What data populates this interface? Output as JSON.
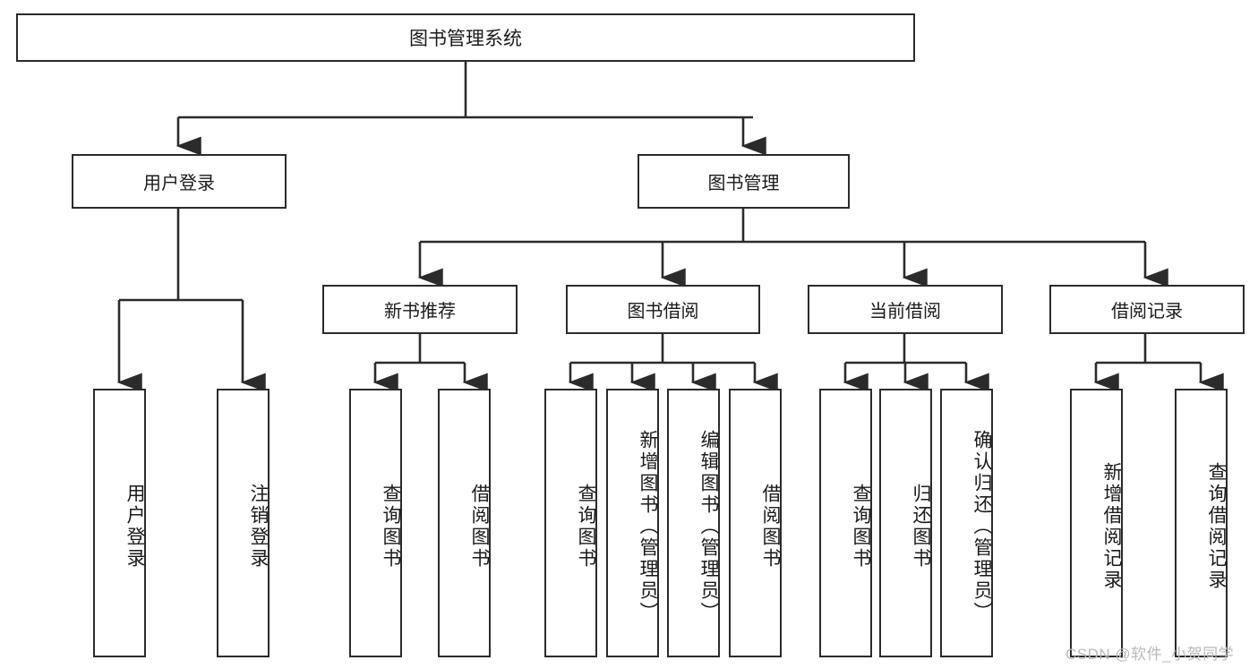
{
  "diagram": {
    "title": "图书管理系统",
    "type": "tree-hierarchy",
    "root": {
      "label": "图书管理系统"
    },
    "level1": [
      {
        "label": "用户登录"
      },
      {
        "label": "图书管理"
      }
    ],
    "level2": [
      {
        "label": "新书推荐"
      },
      {
        "label": "图书借阅"
      },
      {
        "label": "当前借阅"
      },
      {
        "label": "借阅记录"
      }
    ],
    "leaves": {
      "user_login": [
        {
          "label": "用户登录"
        },
        {
          "label": "注销登录"
        }
      ],
      "new_book_recommend": [
        {
          "label": "查询图书"
        },
        {
          "label": "借阅图书"
        }
      ],
      "book_borrow": [
        {
          "label": "查询图书"
        },
        {
          "label": "新增图书（管理员）"
        },
        {
          "label": "编辑图书（管理员）"
        },
        {
          "label": "借阅图书"
        }
      ],
      "current_borrow": [
        {
          "label": "查询图书"
        },
        {
          "label": "归还图书"
        },
        {
          "label": "确认归还（管理员）"
        }
      ],
      "borrow_record": [
        {
          "label": "新增借阅记录"
        },
        {
          "label": "查询借阅记录"
        }
      ]
    }
  },
  "watermark": {
    "text": "CSDN @软件_小贺同学"
  },
  "colors": {
    "box_border": "#2b2b2b",
    "box_fill": "#ffffff",
    "edge": "#2b2b2b",
    "text": "#1a1a1a",
    "watermark": "#b9b9b9"
  }
}
